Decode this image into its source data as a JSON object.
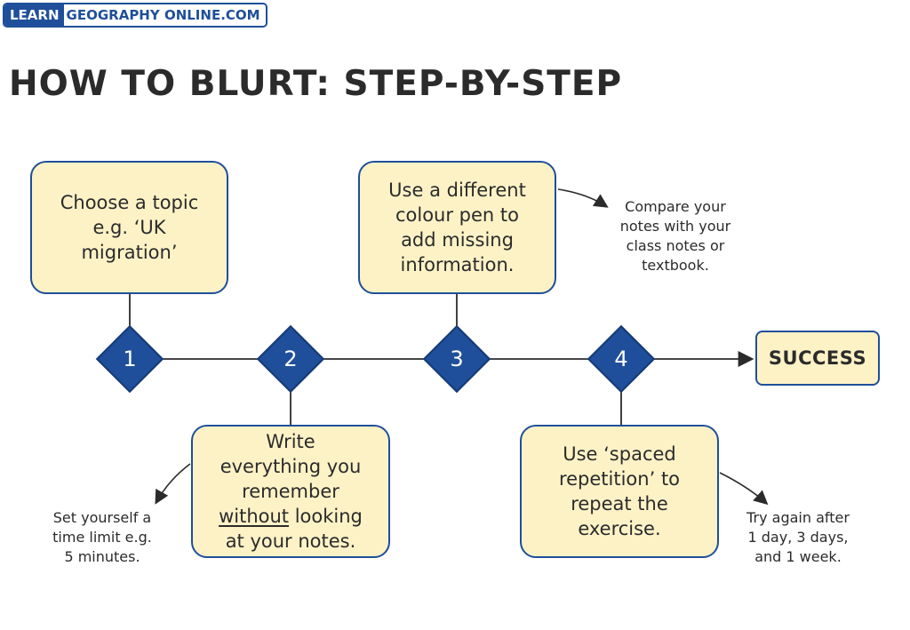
{
  "logo": {
    "learn": "LEARN",
    "rest": "GEOGRAPHY ONLINE.COM"
  },
  "title": "HOW TO BLURT: STEP-BY-STEP",
  "steps": [
    {
      "number": "1",
      "text": "Choose a topic\ne.g. ‘UK\nmigration’"
    },
    {
      "number": "2",
      "text_line1": "Write\neverything you\nremember",
      "text_underlined": "without",
      "text_after": " looking\nat your notes."
    },
    {
      "number": "3",
      "text": "Use a different\ncolour pen to\nadd missing\ninformation."
    },
    {
      "number": "4",
      "text": "Use ‘spaced\nrepetition’ to\nrepeat the\nexercise."
    }
  ],
  "end_label": "SUCCESS",
  "notes": {
    "step2": "Set yourself a\ntime limit e.g.\n5 minutes.",
    "step3": "Compare your\nnotes with your\nclass notes or\ntextbook.",
    "step4": "Try again after\n1 day, 3 days,\nand 1 week."
  },
  "colors": {
    "accent": "#1f4f9a",
    "box_fill": "#fdf2c6",
    "text": "#2b2b2b"
  }
}
